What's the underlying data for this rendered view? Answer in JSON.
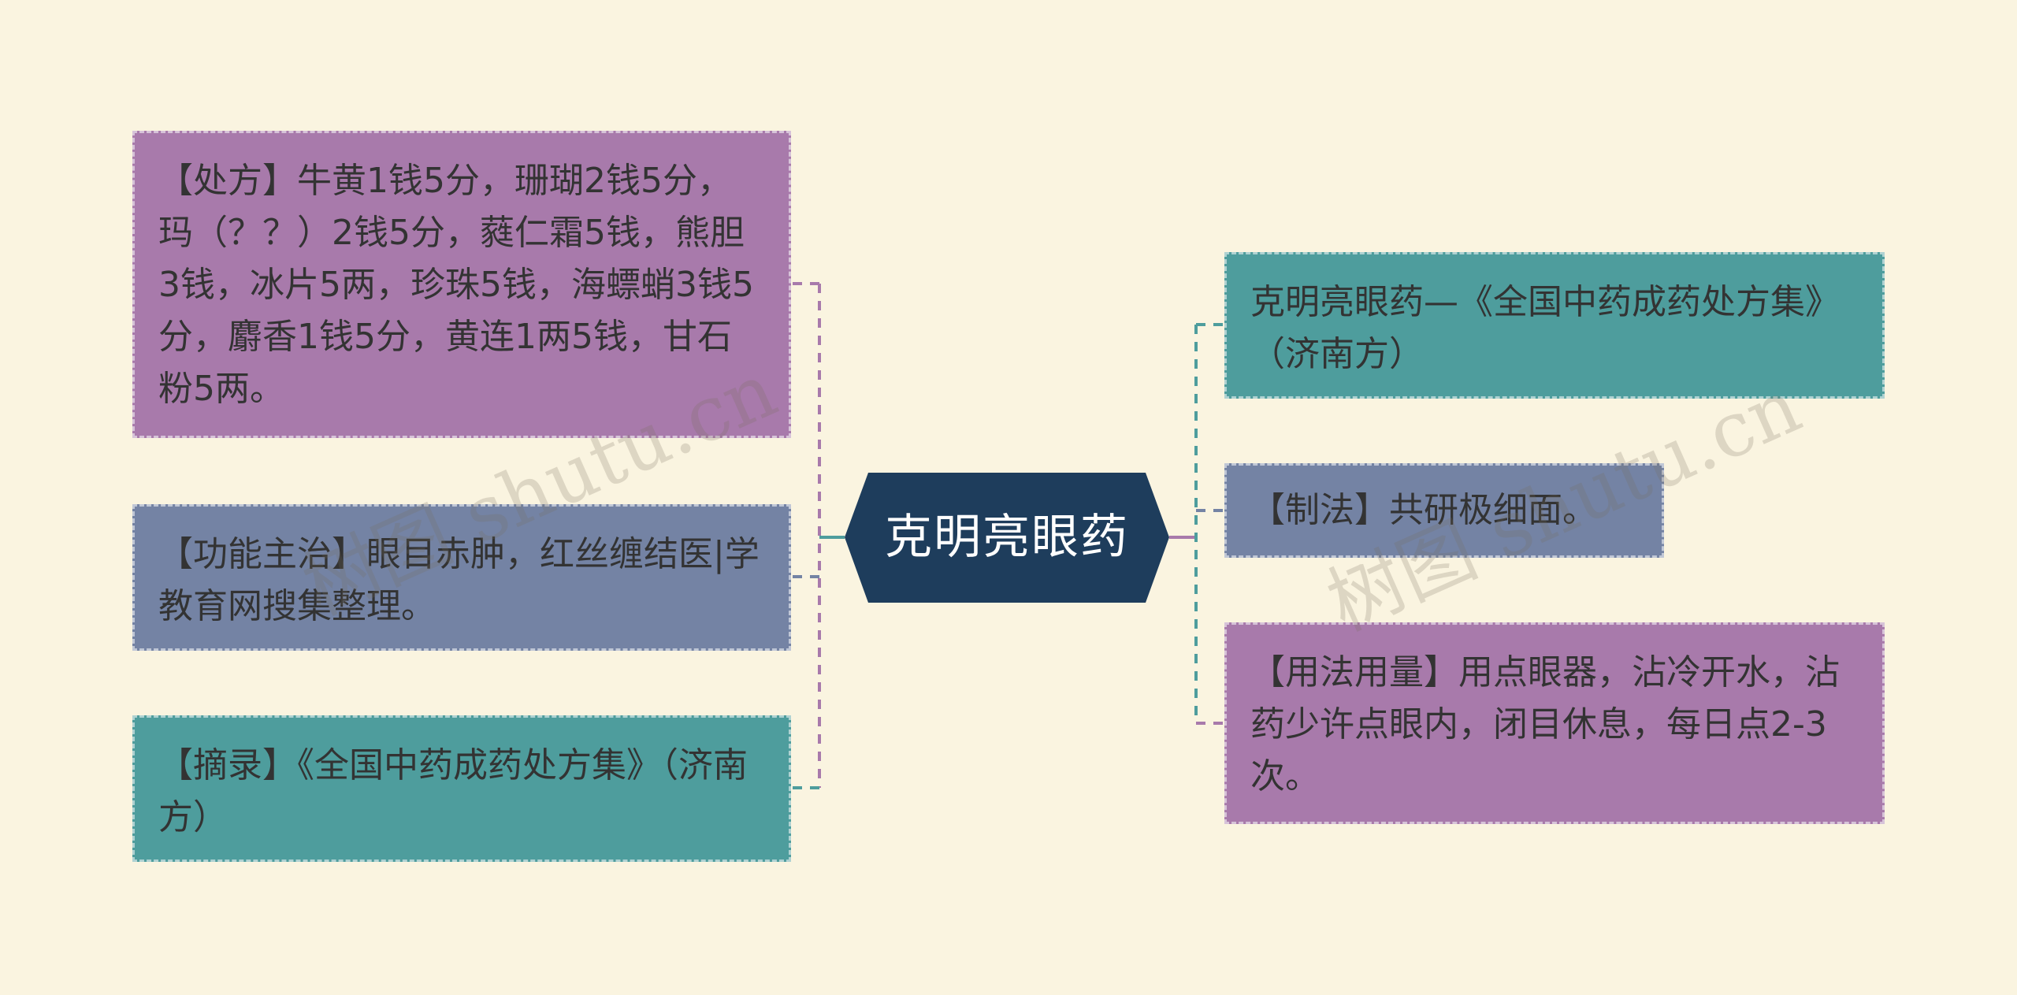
{
  "center": {
    "title": "克明亮眼药"
  },
  "left_nodes": [
    {
      "text": "【处方】牛黄1钱5分，珊瑚2钱5分，玛（？？）2钱5分，蕤仁霜5钱，熊胆3钱，冰片5两，珍珠5钱，海螵蛸3钱5分，麝香1钱5分，黄连1两5钱，甘石粉5两。",
      "color": "#a87aab"
    },
    {
      "text": "【功能主治】眼目赤肿，红丝缠结医|学教育网搜集整理。",
      "color": "#7483a4"
    },
    {
      "text": "【摘录】《全国中药成药处方集》（济南方）",
      "color": "#4e9d9d"
    }
  ],
  "right_nodes": [
    {
      "text": "克明亮眼药—《全国中药成药处方集》（济南方）",
      "color": "#4e9d9d"
    },
    {
      "text": "【制法】共研极细面。",
      "color": "#7483a4"
    },
    {
      "text": "【用法用量】用点眼器，沾冷开水，沾药少许点眼内，闭目休息，每日点2-3次。",
      "color": "#a87aab"
    }
  ],
  "colors": {
    "background": "#faf4e0",
    "center_fill": "#1e3d5c",
    "purple": "#a87aab",
    "blue": "#7483a4",
    "teal": "#4e9d9d"
  },
  "watermark": {
    "text_left": "树图 shutu.cn",
    "text_right": "树图 shutu.cn"
  }
}
